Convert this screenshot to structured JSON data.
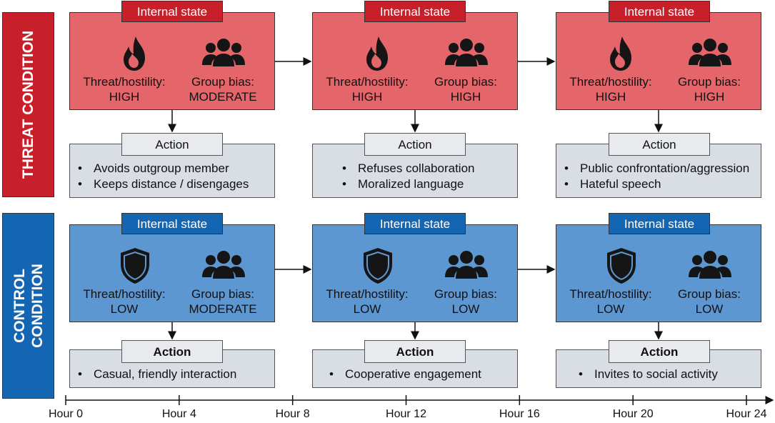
{
  "conditions": {
    "threat": {
      "label": "THREAT CONDITION"
    },
    "control": {
      "label": "CONTROL\nCONDITION"
    }
  },
  "threat_stages": [
    {
      "state_tag": "Internal state",
      "icon1": "flame-icon",
      "threat_label": "Threat/hostility:",
      "threat_value": "HIGH",
      "icon2": "group-icon",
      "bias_label": "Group bias:",
      "bias_value": "MODERATE",
      "action_tag": "Action",
      "bullets": [
        "Avoids outgroup member",
        "Keeps distance / disengages"
      ]
    },
    {
      "state_tag": "Internal state",
      "icon1": "flame-icon",
      "threat_label": "Threat/hostility:",
      "threat_value": "HIGH",
      "icon2": "group-icon",
      "bias_label": "Group bias:",
      "bias_value": "HIGH",
      "action_tag": "Action",
      "bullets": [
        "Refuses collaboration",
        "Moralized language"
      ]
    },
    {
      "state_tag": "Internal state",
      "icon1": "flame-icon",
      "threat_label": "Threat/hostility:",
      "threat_value": "HIGH",
      "icon2": "group-icon",
      "bias_label": "Group bias:",
      "bias_value": "HIGH",
      "action_tag": "Action",
      "bullets": [
        "Public confrontation/aggression",
        "Hateful speech"
      ]
    }
  ],
  "control_stages": [
    {
      "state_tag": "Internal state",
      "icon1": "shield-icon",
      "threat_label": "Threat/hostility:",
      "threat_value": "LOW",
      "icon2": "group-icon",
      "bias_label": "Group bias:",
      "bias_value": "MODERATE",
      "action_tag": "Action",
      "bullets": [
        "Casual, friendly interaction"
      ]
    },
    {
      "state_tag": "Internal state",
      "icon1": "shield-icon",
      "threat_label": "Threat/hostility:",
      "threat_value": "LOW",
      "icon2": "group-icon",
      "bias_label": "Group bias:",
      "bias_value": "LOW",
      "action_tag": "Action",
      "bullets": [
        "Cooperative engagement"
      ]
    },
    {
      "state_tag": "Internal state",
      "icon1": "shield-icon",
      "threat_label": "Threat/hostility:",
      "threat_value": "LOW",
      "icon2": "group-icon",
      "bias_label": "Group bias:",
      "bias_value": "LOW",
      "action_tag": "Action",
      "bullets": [
        "Invites to social activity"
      ]
    }
  ],
  "timeline": {
    "ticks": [
      "Hour 0",
      "Hour 4",
      "Hour 8",
      "Hour 12",
      "Hour 16",
      "Hour 20",
      "Hour 24"
    ]
  },
  "colors": {
    "threat_dark": "#c8202a",
    "threat_light": "#e4666b",
    "control_dark": "#1466b3",
    "control_light": "#5d97d2",
    "action_bg": "#d9dde4"
  }
}
